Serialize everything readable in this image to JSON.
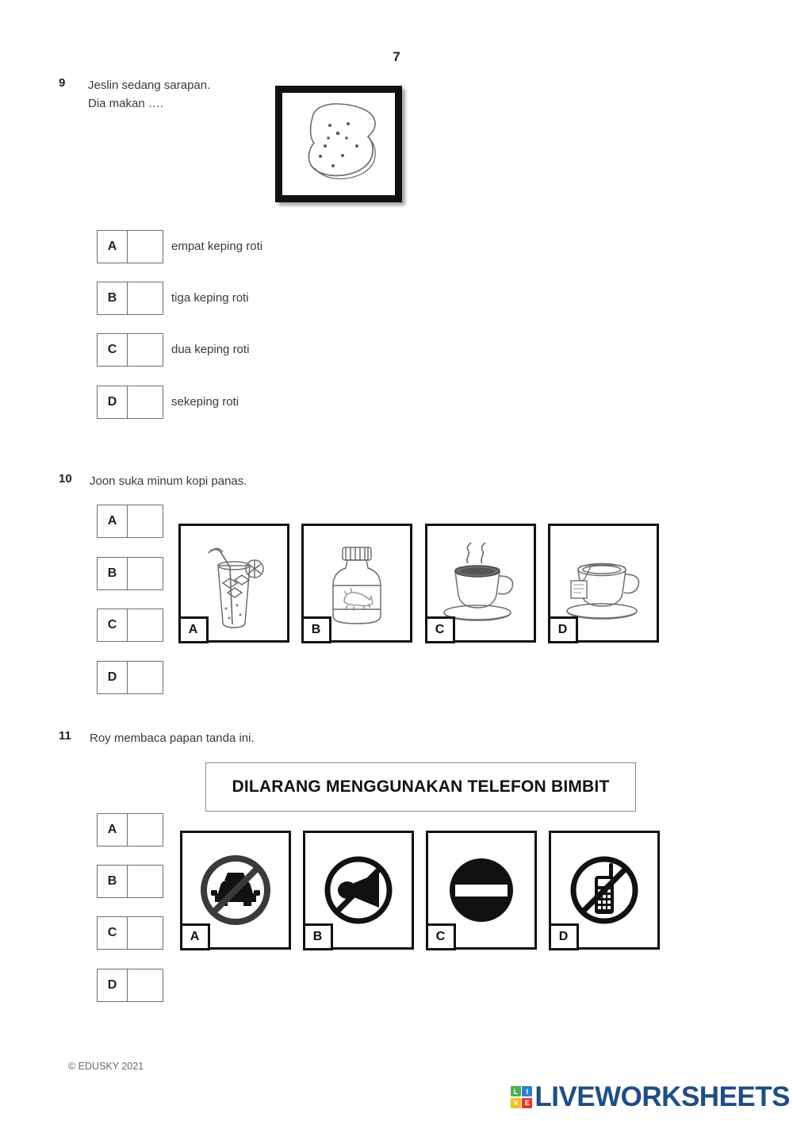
{
  "page": {
    "number": "7",
    "copyright": "© EDUSKY 2021"
  },
  "questions": [
    {
      "number": "9",
      "prompt": "Jeslin sedang sarapan.\nDia makan ….",
      "image": {
        "name": "bread-slice-image",
        "alt": "slice of bread"
      },
      "layout": "text-options",
      "options": [
        {
          "letter": "A",
          "label": "empat keping roti"
        },
        {
          "letter": "B",
          "label": "tiga keping roti"
        },
        {
          "letter": "C",
          "label": "dua keping roti"
        },
        {
          "letter": "D",
          "label": "sekeping roti"
        }
      ]
    },
    {
      "number": "10",
      "prompt": "Joon suka minum kopi panas.",
      "layout": "picture-options",
      "options": [
        {
          "letter": "A",
          "image": "iced-drink-glass-image"
        },
        {
          "letter": "B",
          "image": "milk-jar-image"
        },
        {
          "letter": "C",
          "image": "hot-coffee-cup-image"
        },
        {
          "letter": "D",
          "image": "tea-cup-with-teabag-image"
        }
      ]
    },
    {
      "number": "11",
      "prompt": "Roy membaca papan tanda ini.",
      "layout": "picture-options",
      "signboard": "DILARANG MENGGUNAKAN TELEFON BIMBIT",
      "options": [
        {
          "letter": "A",
          "image": "no-car-sign-image"
        },
        {
          "letter": "B",
          "image": "no-horn-sign-image"
        },
        {
          "letter": "C",
          "image": "no-entry-sign-image"
        },
        {
          "letter": "D",
          "image": "no-mobile-phone-sign-image"
        }
      ]
    }
  ],
  "footer": {
    "logo_tiles": [
      {
        "letter": "L",
        "color": "#4caf50"
      },
      {
        "letter": "I",
        "color": "#2f7fd1"
      },
      {
        "letter": "V",
        "color": "#f0c020"
      },
      {
        "letter": "E",
        "color": "#e03b2f"
      }
    ],
    "logo_word": "LIVEWORKSHEETS",
    "logo_color": "#1f4e85"
  }
}
